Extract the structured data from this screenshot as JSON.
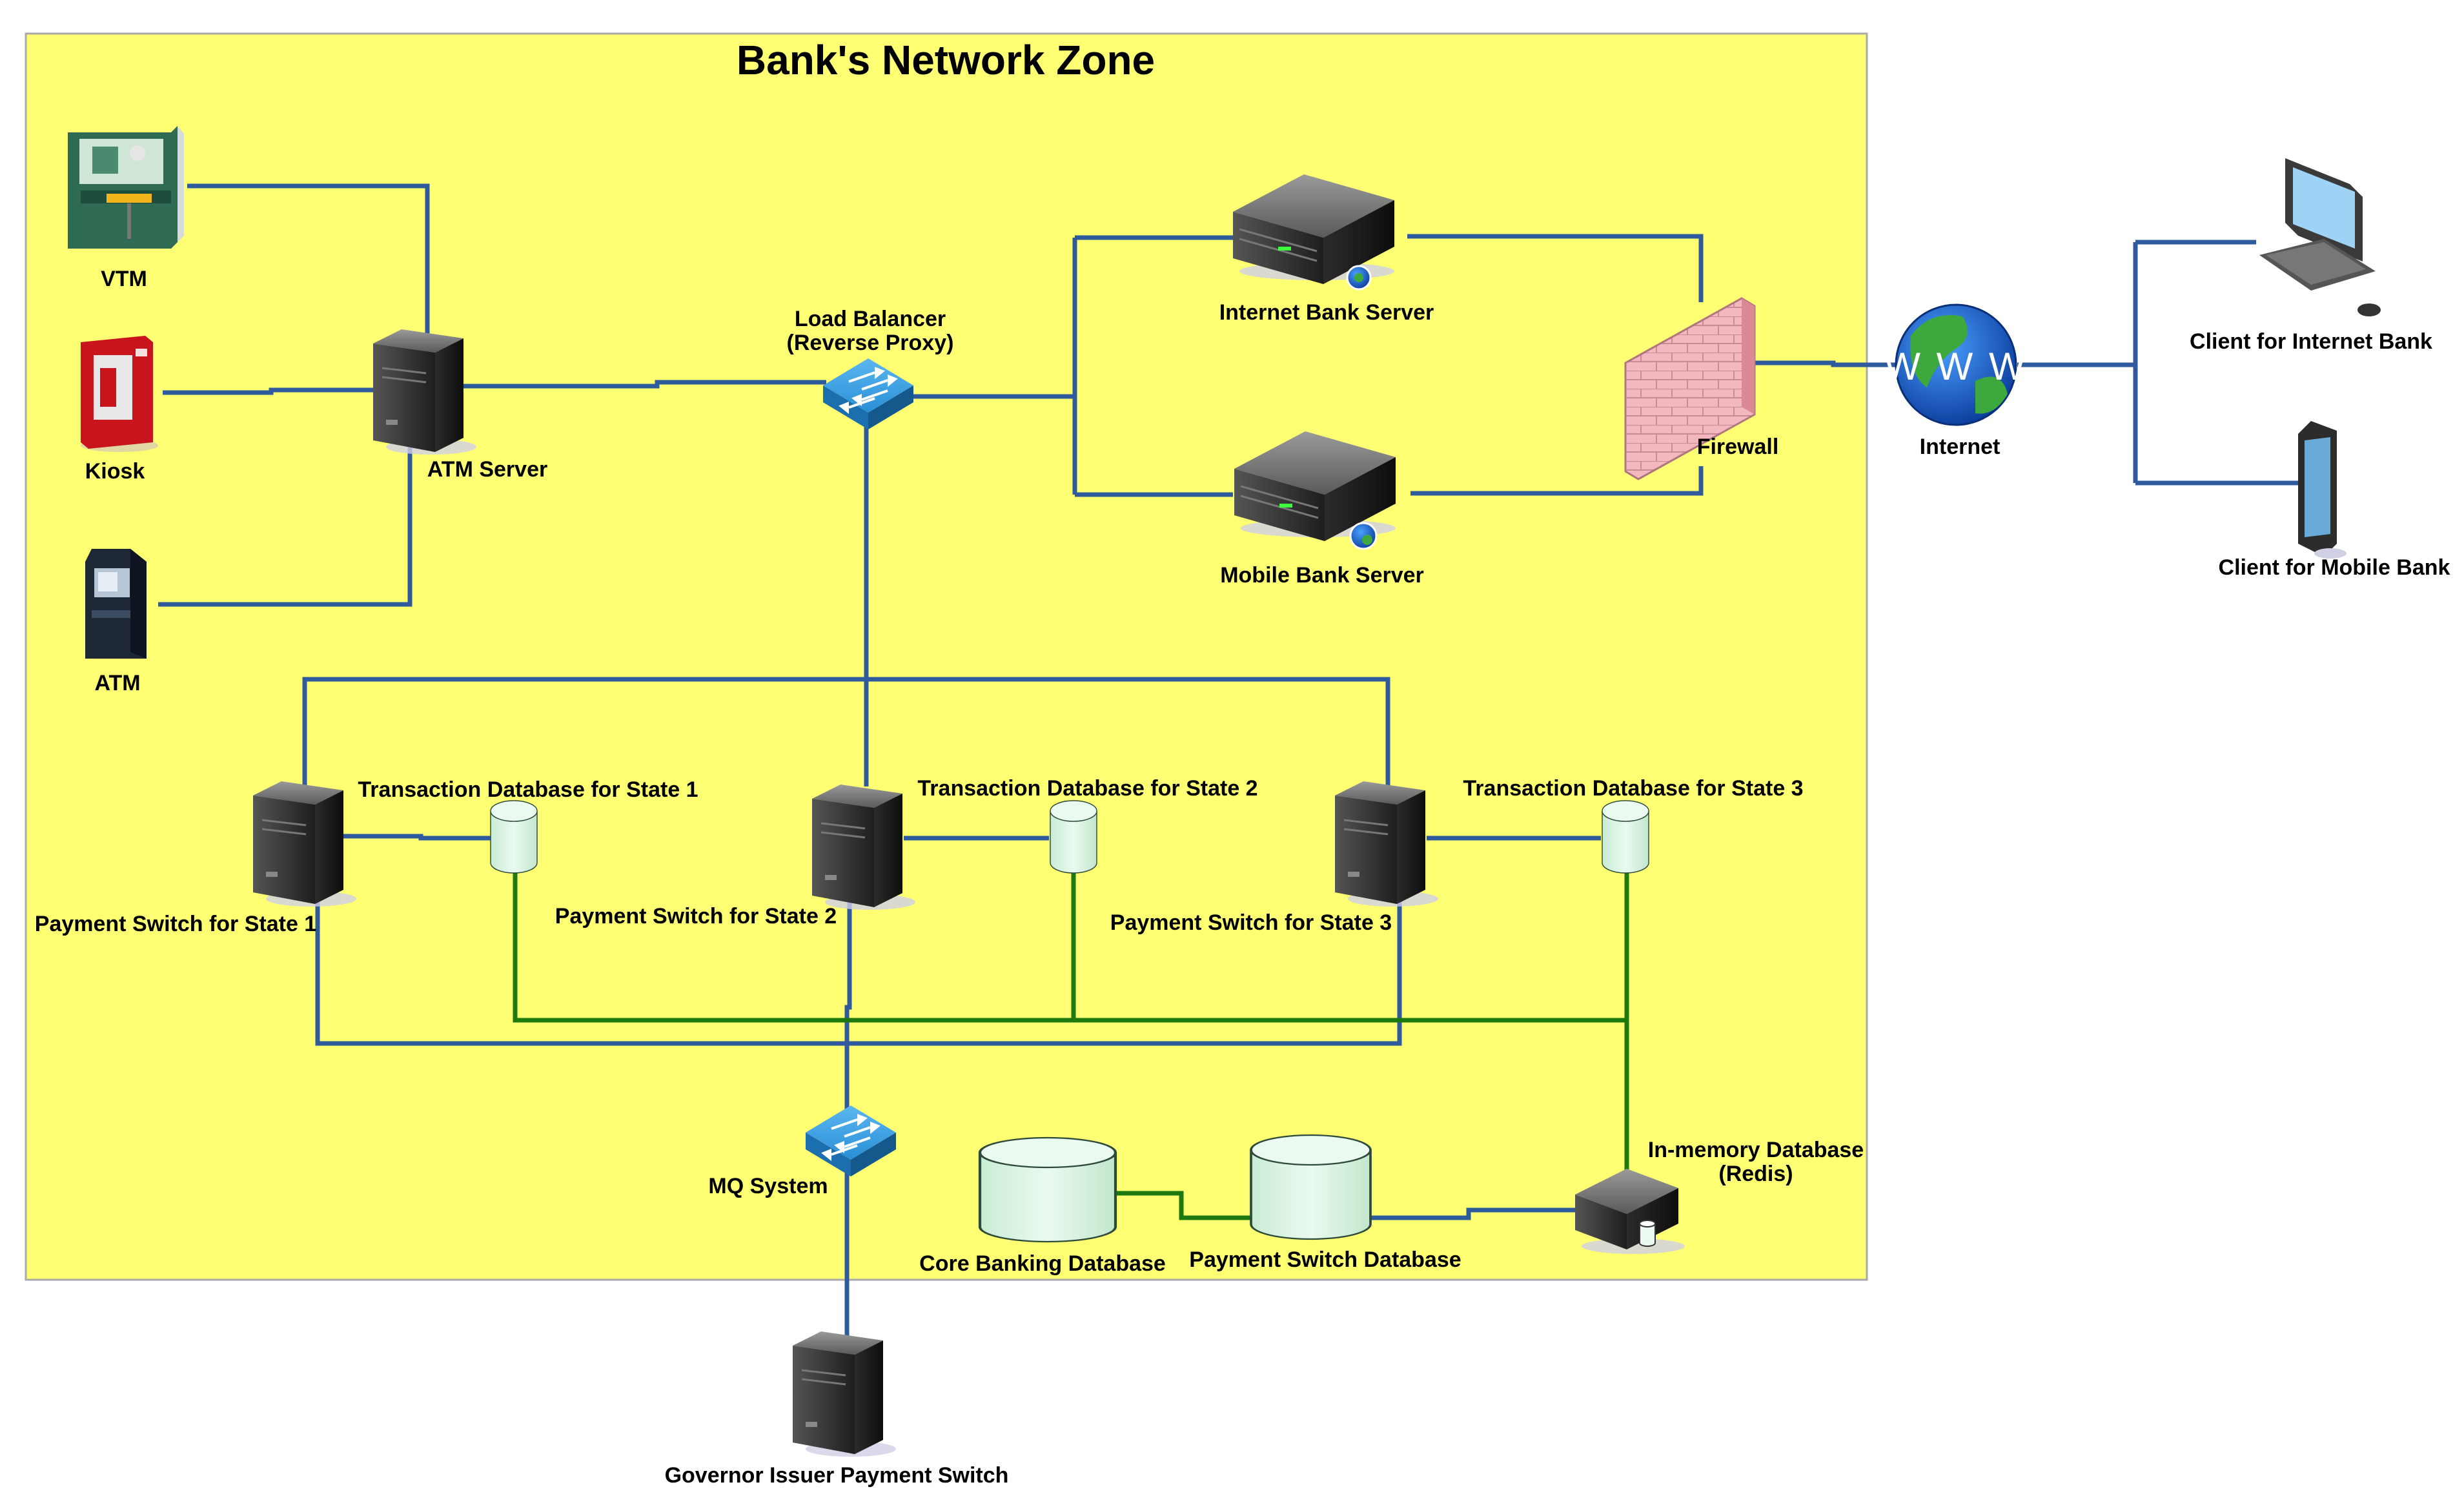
{
  "zone": {
    "title": "Bank's Network Zone",
    "fill": "#ffff73",
    "border": "#aaaaaa"
  },
  "colors": {
    "blue_wire": "#2f5b9e",
    "green_wire": "#1e7a0e",
    "db_fill": "#dff5e6",
    "server_dark": "#333333",
    "switch_blue": "#2a8fd6"
  },
  "nodes": {
    "vtm": {
      "label": "VTM",
      "icon": "vtm-machine-icon"
    },
    "kiosk": {
      "label": "Kiosk",
      "icon": "kiosk-icon"
    },
    "atm": {
      "label": "ATM",
      "icon": "atm-icon"
    },
    "atm_server": {
      "label": "ATM Server",
      "icon": "server-tower-icon"
    },
    "load_balancer": {
      "label_line1": "Load Balancer",
      "label_line2": "(Reverse Proxy)",
      "icon": "network-switch-icon"
    },
    "internet_bank_server": {
      "label": "Internet Bank Server",
      "icon": "rack-server-icon"
    },
    "mobile_bank_server": {
      "label": "Mobile Bank Server",
      "icon": "rack-server-icon"
    },
    "firewall": {
      "label": "Firewall",
      "icon": "firewall-brick-icon"
    },
    "internet": {
      "label": "Internet",
      "icon": "www-globe-icon"
    },
    "client_internet": {
      "label": "Client for Internet Bank",
      "icon": "desktop-computer-icon"
    },
    "client_mobile": {
      "label": "Client for Mobile Bank",
      "icon": "mobile-phone-icon"
    },
    "ps1": {
      "label": "Payment Switch for State 1",
      "icon": "server-tower-icon"
    },
    "ps2": {
      "label": "Payment Switch for State 2",
      "icon": "server-tower-icon"
    },
    "ps3": {
      "label": "Payment Switch for State 3",
      "icon": "server-tower-icon"
    },
    "tdb1": {
      "label": "Transaction Database for State 1",
      "icon": "database-cylinder-icon"
    },
    "tdb2": {
      "label": "Transaction Database for State 2",
      "icon": "database-cylinder-icon"
    },
    "tdb3": {
      "label": "Transaction Database for State 3",
      "icon": "database-cylinder-icon"
    },
    "mq": {
      "label": "MQ System",
      "icon": "network-switch-icon"
    },
    "core_db": {
      "label": "Core Banking Database",
      "icon": "database-cylinder-icon"
    },
    "ps_db": {
      "label": "Payment Switch Database",
      "icon": "database-cylinder-icon"
    },
    "redis": {
      "label_line1": "In-memory Database",
      "label_line2": "(Redis)",
      "icon": "memory-server-icon"
    },
    "governor": {
      "label": "Governor Issuer Payment Switch",
      "icon": "server-tower-icon"
    }
  }
}
